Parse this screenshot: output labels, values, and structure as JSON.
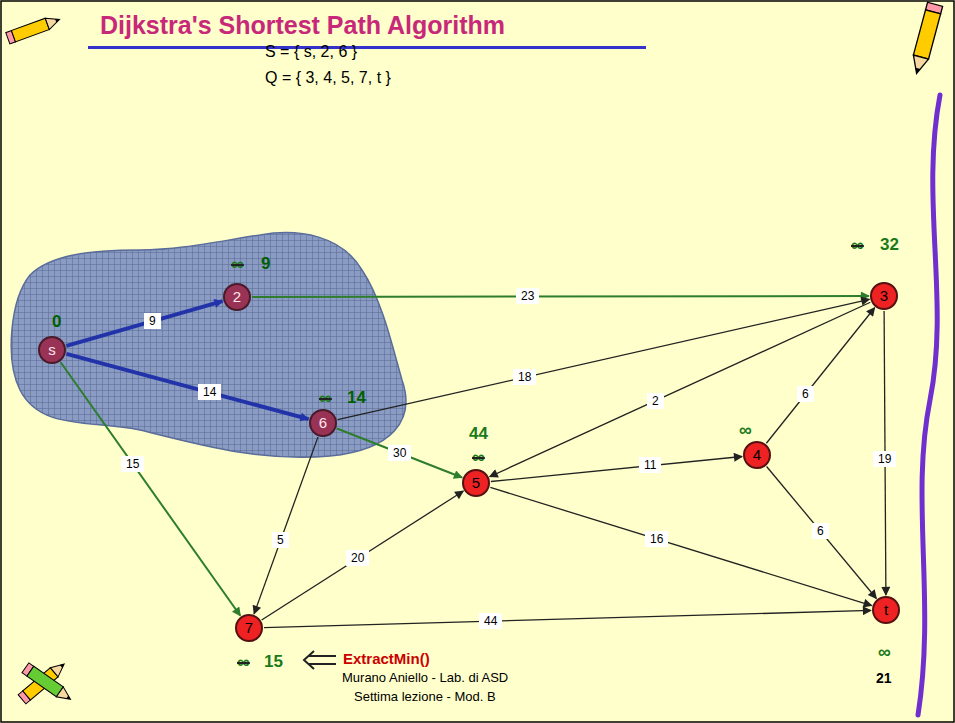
{
  "diagram": {
    "title": "Dijkstra's Shortest Path Algorithm",
    "nodes": [
      {
        "text": [
          "s"
        ]
      },
      {
        "text": [
          "2"
        ]
      },
      {
        "text": [
          "6"
        ]
      },
      {
        "text": [
          "3"
        ]
      },
      {
        "text": [
          "4"
        ]
      },
      {
        "text": [
          "5"
        ]
      },
      {
        "text": [
          "7"
        ]
      },
      {
        "text": [
          "t"
        ]
      }
    ],
    "edges": [
      {
        "from": 0,
        "to": 1,
        "label": "9",
        "arrow": "to"
      },
      {
        "from": 0,
        "to": 2,
        "label": "14",
        "arrow": "to"
      },
      {
        "from": 0,
        "to": 6,
        "label": "15",
        "arrow": "to"
      },
      {
        "from": 1,
        "to": 3,
        "label": "23",
        "arrow": "to"
      },
      {
        "from": 2,
        "to": 3,
        "label": "18",
        "arrow": "to"
      },
      {
        "from": 2,
        "to": 5,
        "label": "30",
        "arrow": "to"
      },
      {
        "from": 2,
        "to": 6,
        "label": "5",
        "arrow": "to"
      },
      {
        "from": 3,
        "to": 5,
        "label": "2",
        "arrow": "to"
      },
      {
        "from": 3,
        "to": 7,
        "label": "19",
        "arrow": "to"
      },
      {
        "from": 4,
        "to": 3,
        "label": "6",
        "arrow": "to"
      },
      {
        "from": 4,
        "to": 7,
        "label": "6",
        "arrow": "to"
      },
      {
        "from": 5,
        "to": 4,
        "label": "11",
        "arrow": "to"
      },
      {
        "from": 5,
        "to": 7,
        "label": "16",
        "arrow": "to"
      },
      {
        "from": 6,
        "to": 5,
        "label": "20",
        "arrow": "to"
      },
      {
        "from": 6,
        "to": 7,
        "label": "44",
        "arrow": "to"
      }
    ],
    "labels": [
      "S = { s, 2, 6 }",
      "Q = { 3, 4, 5, 7, t }",
      "0",
      "∞",
      "9",
      "∞",
      "14",
      "∞",
      "32",
      "44",
      "∞",
      "∞",
      "∞",
      "15",
      "ExtractMin()",
      "∞",
      "Murano Aniello - Lab. di ASD",
      "Settima lezione - Mod. B",
      "21"
    ]
  }
}
